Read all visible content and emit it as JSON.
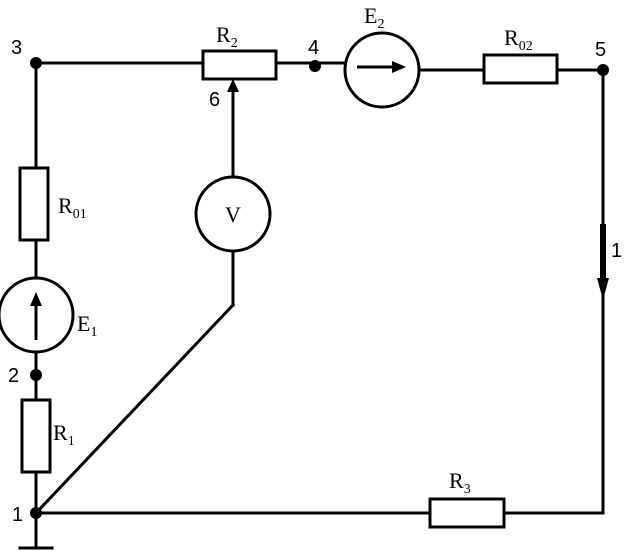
{
  "diagram": {
    "nodes": {
      "n1": "1",
      "n2": "2",
      "n3": "3",
      "n4": "4",
      "n5": "5",
      "n6": "6"
    },
    "current_label": "1",
    "components": {
      "r2": {
        "main": "R",
        "sub": "2"
      },
      "r02": {
        "main": "R",
        "sub": "02"
      },
      "e2": {
        "main": "E",
        "sub": "2"
      },
      "r01": {
        "main": "R",
        "sub": "01"
      },
      "e1": {
        "main": "E",
        "sub": "1"
      },
      "r1": {
        "main": "R",
        "sub": "1"
      },
      "r3": {
        "main": "R",
        "sub": "3"
      },
      "voltmeter": "V"
    }
  }
}
